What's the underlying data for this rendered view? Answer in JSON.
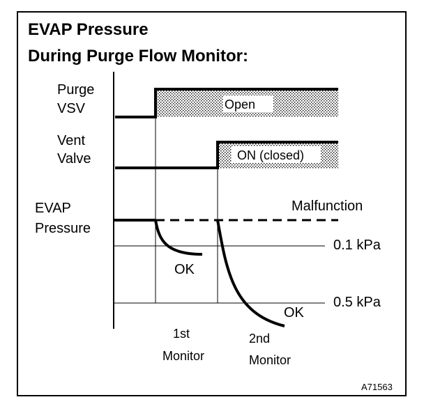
{
  "title_line1": "EVAP Pressure",
  "title_line2": "During Purge Flow Monitor:",
  "signals": {
    "purge_vsv": {
      "line1": "Purge",
      "line2": "VSV",
      "state": "Open"
    },
    "vent_valve": {
      "line1": "Vent",
      "line2": "Valve",
      "state": "ON (closed)"
    },
    "evap_pressure": {
      "line1": "EVAP",
      "line2": "Pressure"
    }
  },
  "thresholds": {
    "malfunction": "Malfunction",
    "level1": "0.1 kPa",
    "level2": "0.5 kPa"
  },
  "results": {
    "ok1": "OK",
    "ok2": "OK"
  },
  "monitors": {
    "first": {
      "line1": "1st",
      "line2": "Monitor"
    },
    "second": {
      "line1": "2nd",
      "line2": "Monitor"
    }
  },
  "figure_id": "A71563"
}
